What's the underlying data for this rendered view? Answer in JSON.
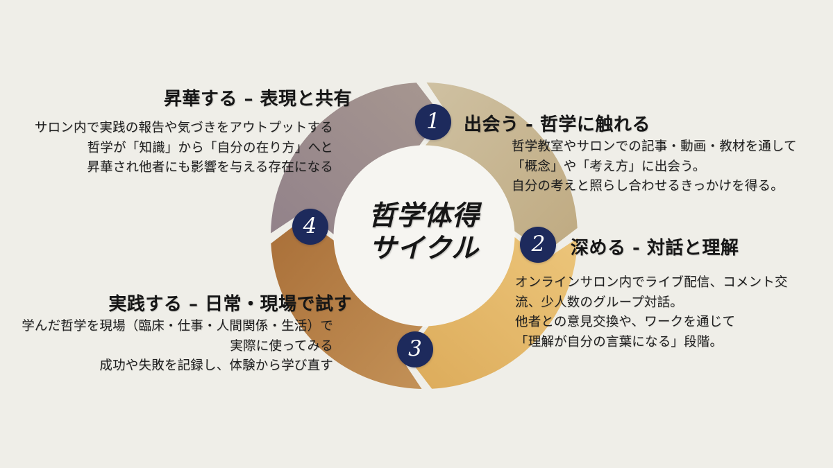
{
  "title": {
    "line1": "哲学体得",
    "line2": "サイクル"
  },
  "stages": [
    {
      "number": "1",
      "heading": "出会う - 哲学に触れる",
      "body": [
        "哲学教室やサロンでの記事・動画・教材を通して",
        "「概念」や「考え方」に出会う。",
        "自分の考えと照らし合わせるきっかけを得る。"
      ]
    },
    {
      "number": "2",
      "heading": "深める - 対話と理解",
      "body": [
        "オンラインサロン内でライブ配信、コメント交",
        "流、少人数のグループ対話。",
        "他者との意見交換や、ワークを通じて",
        "「理解が自分の言葉になる」段階。"
      ]
    },
    {
      "number": "3",
      "heading": "実践する – 日常・現場で試す",
      "body": [
        "学んだ哲学を現場（臨床・仕事・人間関係・生活）で",
        "実際に使ってみる",
        "成功や失敗を記録し、体験から学び直す"
      ]
    },
    {
      "number": "4",
      "heading": "昇華する – 表現と共有",
      "body": [
        "サロン内で実践の報告や気づきをアウトプットする",
        "哲学が「知識」から「自分の在り方」へと",
        "昇華され他者にも影響を与える存在になる"
      ]
    }
  ],
  "colors": {
    "background": "#efeee8",
    "inner_circle": "#f6f5f1",
    "badge_fill": "#1d2a5c",
    "badge_number": "#ffffff",
    "heading_text": "#161616",
    "body_text": "#1e1e1e",
    "segments": [
      {
        "name": "encounter",
        "from": "#cfc1a2",
        "to": "#bfaa81"
      },
      {
        "name": "deepen",
        "from": "#ecc57a",
        "to": "#dcab5a"
      },
      {
        "name": "practice",
        "from": "#c39157",
        "to": "#a96f38"
      },
      {
        "name": "sublimate",
        "from": "#92828a",
        "to": "#a79790"
      }
    ]
  }
}
